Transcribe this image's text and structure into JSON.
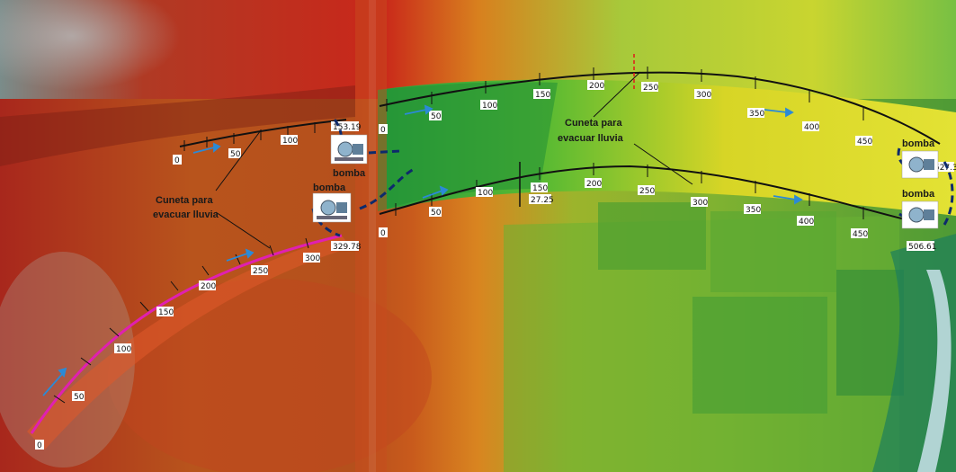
{
  "annotations": {
    "cuneta_left": [
      "Cuneta para",
      "evacuar lluvia"
    ],
    "cuneta_right": [
      "Cuneta para",
      "evacuar lluvia"
    ],
    "pump_label": "bomba"
  },
  "alignments": [
    {
      "id": "left-north",
      "color": "#111111",
      "labels": [
        "0",
        "50",
        "100",
        "153.19"
      ]
    },
    {
      "id": "left-south",
      "color": "#e020b0",
      "labels": [
        "0",
        "50",
        "100",
        "150",
        "200",
        "250",
        "300",
        "329.78"
      ]
    },
    {
      "id": "right-north",
      "color": "#111111",
      "labels": [
        "0",
        "50",
        "100",
        "150",
        "200",
        "250",
        "300",
        "350",
        "400",
        "450",
        "527.3"
      ]
    },
    {
      "id": "right-middle",
      "color": "#111111",
      "labels": [
        "0",
        "50",
        "100",
        "150",
        "200",
        "250",
        "300",
        "350",
        "400",
        "450",
        "506.61"
      ]
    },
    {
      "id": "right-middle-lower",
      "color": "#111111",
      "labels": [
        "27.25"
      ]
    }
  ],
  "colors": {
    "dtm_low": "#1e9c3a",
    "dtm_mid": "#e6d21e",
    "dtm_high": "#c9271a",
    "alignment_dark": "#111111",
    "alignment_magenta": "#e020b0",
    "flow_arrow": "#2b8ad6",
    "pump_pipe": "#0d2a6b"
  },
  "icons": {
    "pump": "pump-icon",
    "flow": "flow-arrow-icon"
  }
}
